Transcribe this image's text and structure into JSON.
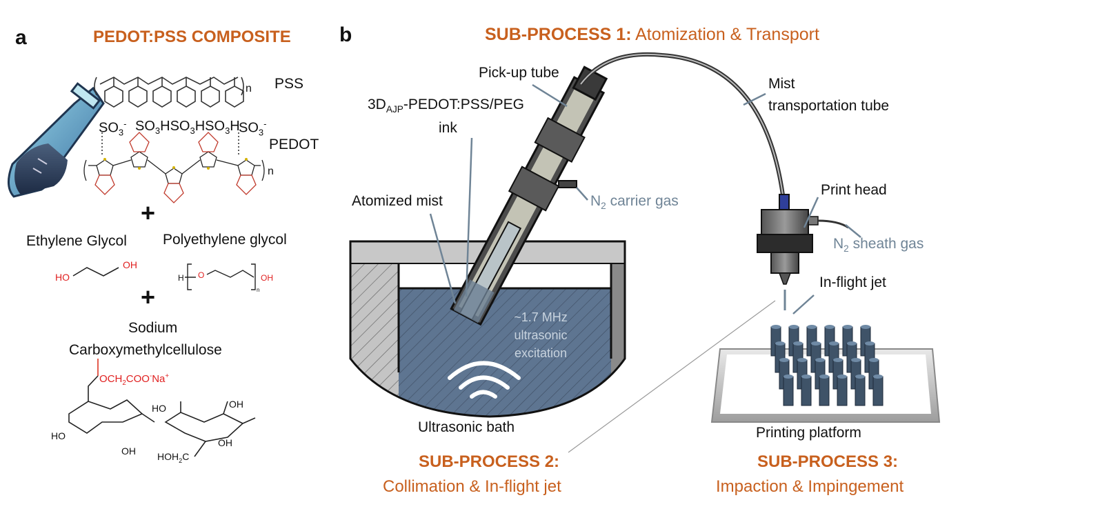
{
  "panel_a": {
    "letter": "a",
    "title": "PEDOT:PSS COMPOSITE",
    "pss_label": "PSS",
    "pedot_label": "PEDOT",
    "so3_a": "SO3-",
    "so3h_row": "SO3HSO3HSO3H",
    "so3_b": "SO3-",
    "n1": "n",
    "n2": "n",
    "plus": "+",
    "ethylene_glycol": "Ethylene Glycol",
    "polyethylene_glycol": "Polyethylene glycol",
    "eg_ho": "HO",
    "eg_oh": "OH",
    "peg_h": "H",
    "peg_o": "O",
    "peg_oh": "OH",
    "peg_n": "n",
    "sodium": "Sodium",
    "cmc": "Carboxymethylcellulose",
    "cmc_group": "OCH2COO-Na+",
    "cmc_oh1": "HO",
    "cmc_oh2": "OH",
    "cmc_ho3": "HO",
    "cmc_oh4": "OH",
    "cmc_oh5": "OH",
    "cmc_hoh2c": "HOH2C"
  },
  "panel_b": {
    "letter": "b",
    "sp1_bold": "SUB-PROCESS 1:",
    "sp1_rest": "Atomization & Transport",
    "sp2_bold": "SUB-PROCESS 2:",
    "sp2_rest": "Collimation & In-flight jet",
    "sp3_bold": "SUB-PROCESS 3:",
    "sp3_rest": "Impaction & Impingement",
    "pickup_tube": "Pick-up tube",
    "ink_line1": "3DAJP-PEDOT:PSS/PEG",
    "ink_line2": "ink",
    "atomized_mist": "Atomized mist",
    "n2_carrier": "N2 carrier gas",
    "mist_tube_1": "Mist",
    "mist_tube_2": "transportation tube",
    "print_head": "Print head",
    "n2_sheath": "N2 sheath gas",
    "inflight_jet": "In-flight jet",
    "ultrasonic_1": "~1.7 MHz",
    "ultrasonic_2": "ultrasonic",
    "ultrasonic_3": "excitation",
    "ultrasonic_bath": "Ultrasonic bath",
    "printing_platform": "Printing platform"
  },
  "colors": {
    "accent_orange": "#c8601e",
    "label_bluegray": "#6f8496",
    "bath_water": "#5e7591",
    "pillar": "#3f5368"
  }
}
